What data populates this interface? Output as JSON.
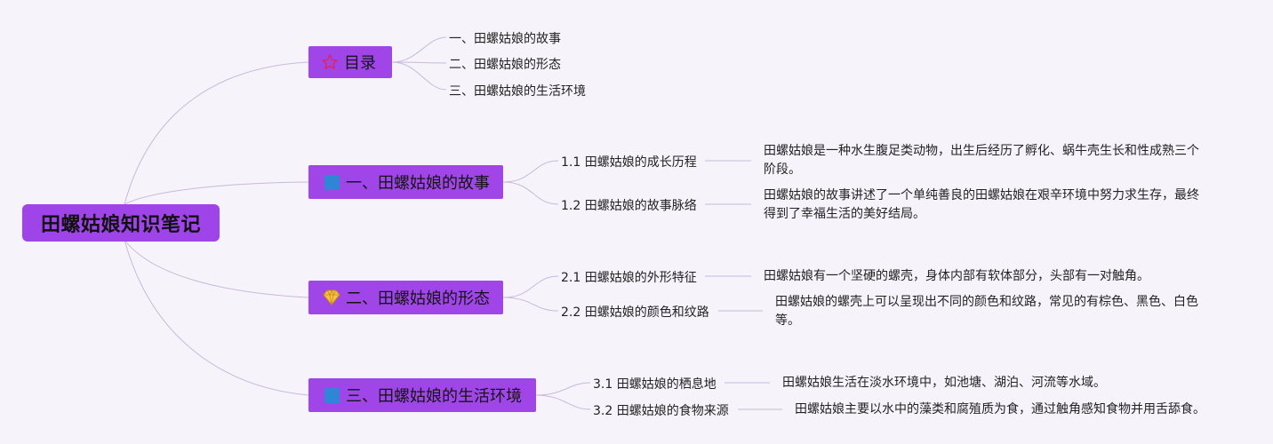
{
  "root": {
    "title": "田螺姑娘知识笔记"
  },
  "branches": [
    {
      "label": "目录",
      "icon": "star-icon",
      "leaves": [
        "一、田螺姑娘的故事",
        "二、田螺姑娘的形态",
        "三、田螺姑娘的生活环境"
      ]
    },
    {
      "label": "一、田螺姑娘的故事",
      "icon": "blue-square-icon",
      "subs": [
        {
          "title": "1.1 田螺姑娘的成长历程",
          "desc": "田螺姑娘是一种水生腹足类动物，出生后经历了孵化、蜗牛壳生长和性成熟三个阶段。"
        },
        {
          "title": "1.2 田螺姑娘的故事脉络",
          "desc": "田螺姑娘的故事讲述了一个单纯善良的田螺姑娘在艰辛环境中努力求生存，最终得到了幸福生活的美好结局。"
        }
      ]
    },
    {
      "label": "二、田螺姑娘的形态",
      "icon": "gem-icon",
      "subs": [
        {
          "title": "2.1 田螺姑娘的外形特征",
          "desc": "田螺姑娘有一个坚硬的螺壳，身体内部有软体部分，头部有一对触角。"
        },
        {
          "title": "2.2 田螺姑娘的颜色和纹路",
          "desc": "田螺姑娘的螺壳上可以呈现出不同的颜色和纹路，常见的有棕色、黑色、白色等。"
        }
      ]
    },
    {
      "label": "三、田螺姑娘的生活环境",
      "icon": "blue-square-icon",
      "subs": [
        {
          "title": "3.1 田螺姑娘的栖息地",
          "desc": "田螺姑娘生活在淡水环境中，如池塘、湖泊、河流等水域。"
        },
        {
          "title": "3.2 田螺姑娘的食物来源",
          "desc": "田螺姑娘主要以水中的藻类和腐殖质为食，通过触角感知食物并用舌舔食。"
        }
      ]
    }
  ],
  "colors": {
    "background": "#f7f3fa",
    "node_fill": "#a046e9",
    "connector": "#c9b8dd",
    "square_icon": "#2f86d6",
    "star_icon": "#e0245e",
    "gem_icon": "#f2b531"
  }
}
